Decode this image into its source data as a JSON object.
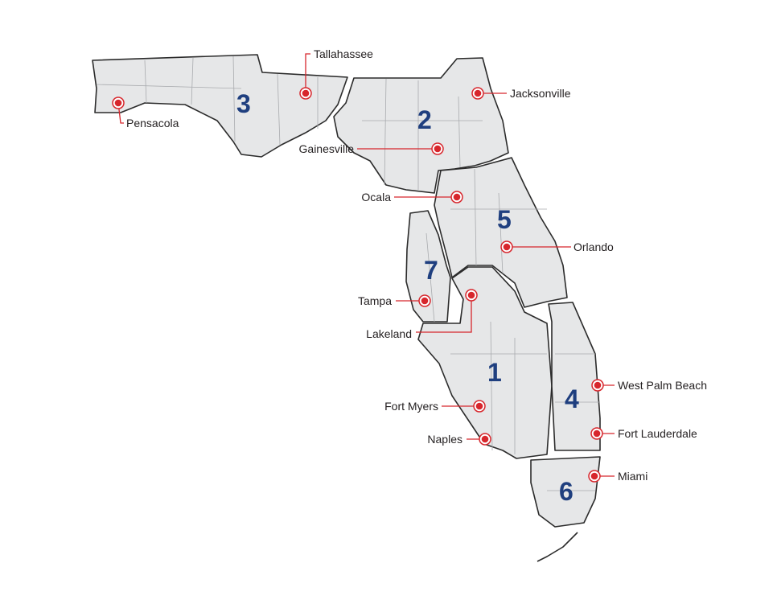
{
  "colors": {
    "land": "#e6e7e8",
    "border": "#2b2b2b",
    "district_number": "#1f3f7f",
    "city_marker": "#d7262c"
  },
  "districts": [
    {
      "number": "1"
    },
    {
      "number": "2"
    },
    {
      "number": "3"
    },
    {
      "number": "4"
    },
    {
      "number": "5"
    },
    {
      "number": "6"
    },
    {
      "number": "7"
    }
  ],
  "cities": [
    {
      "name": "Tallahassee",
      "icon": "city-marker-icon"
    },
    {
      "name": "Pensacola",
      "icon": "city-marker-icon"
    },
    {
      "name": "Jacksonville",
      "icon": "city-marker-icon"
    },
    {
      "name": "Gainesville",
      "icon": "city-marker-icon"
    },
    {
      "name": "Ocala",
      "icon": "city-marker-icon"
    },
    {
      "name": "Orlando",
      "icon": "city-marker-icon"
    },
    {
      "name": "Tampa",
      "icon": "city-marker-icon"
    },
    {
      "name": "Lakeland",
      "icon": "city-marker-icon"
    },
    {
      "name": "West Palm Beach",
      "icon": "city-marker-icon"
    },
    {
      "name": "Fort Lauderdale",
      "icon": "city-marker-icon"
    },
    {
      "name": "Miami",
      "icon": "city-marker-icon"
    },
    {
      "name": "Fort Myers",
      "icon": "city-marker-icon"
    },
    {
      "name": "Naples",
      "icon": "city-marker-icon"
    }
  ]
}
